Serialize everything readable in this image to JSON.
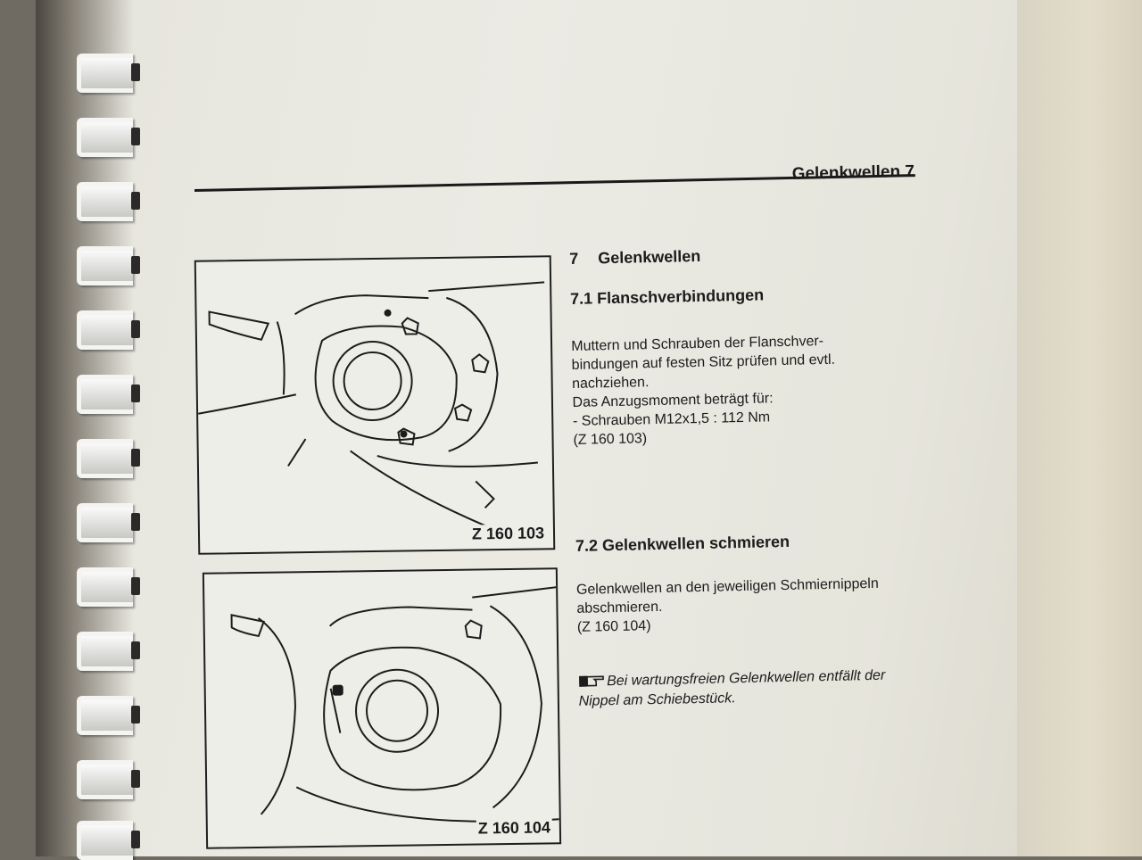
{
  "header": {
    "title": "Gelenkwellen 7"
  },
  "section7": {
    "num": "7",
    "title": "Gelenkwellen"
  },
  "section71": {
    "title": "7.1 Flanschverbindungen",
    "lines": [
      "Muttern und Schrauben der Flanschver-",
      "bindungen auf festen Sitz prüfen und evtl.",
      "nachziehen.",
      "Das Anzugsmoment beträgt für:",
      "- Schrauben M12x1,5 : 112 Nm",
      "(Z 160 103)"
    ]
  },
  "section72": {
    "title": "7.2  Gelenkwellen schmieren",
    "lines": [
      "Gelenkwellen an den jeweiligen Schmiernippeln",
      "abschmieren.",
      "(Z 160 104)"
    ]
  },
  "note": {
    "icon": "pointing-hand-icon",
    "line1": "Bei wartungsfreien Gelenkwellen entfällt der",
    "line2": "Nippel am Schiebestück."
  },
  "figures": {
    "fig1_label": "Z 160 103",
    "fig2_label": "Z 160 104"
  }
}
